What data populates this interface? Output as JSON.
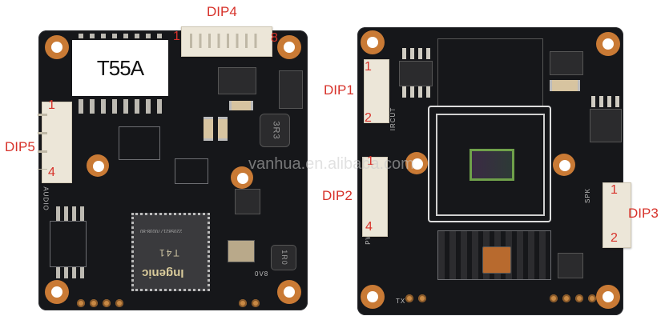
{
  "image": {
    "description": "Two camera PCB modules side by side with annotated connector labels",
    "watermark": "vanhua.en.alibaba.com"
  },
  "left_board": {
    "module_label": "T55A",
    "main_chip": {
      "brand": "Ingenic",
      "model": "T41",
      "marking": "2205821770038-80"
    },
    "inductor_marking": "3R3",
    "inductor2_marking": "1R0",
    "silkscreen": {
      "audio": "AUDIO",
      "bottom": "0V8"
    },
    "connectors": [
      {
        "name": "DIP4",
        "pin_start": "1",
        "pin_end": "8"
      },
      {
        "name": "DIP5",
        "pin_start": "1",
        "pin_end": "4"
      }
    ]
  },
  "right_board": {
    "silkscreen": {
      "ircut": "IRCUT",
      "pwm": "PWM",
      "spk": "SPK",
      "tx": "TX"
    },
    "connectors": [
      {
        "name": "DIP1",
        "pin_start": "1",
        "pin_end": "2"
      },
      {
        "name": "DIP2",
        "pin_start": "1",
        "pin_end": "4"
      },
      {
        "name": "DIP3",
        "pin_start": "1",
        "pin_end": "2"
      }
    ]
  },
  "colors": {
    "pcb": "#16171a",
    "annotation": "#d7322a",
    "pad_copper": "#c97a35",
    "connector": "#ece6d8"
  }
}
